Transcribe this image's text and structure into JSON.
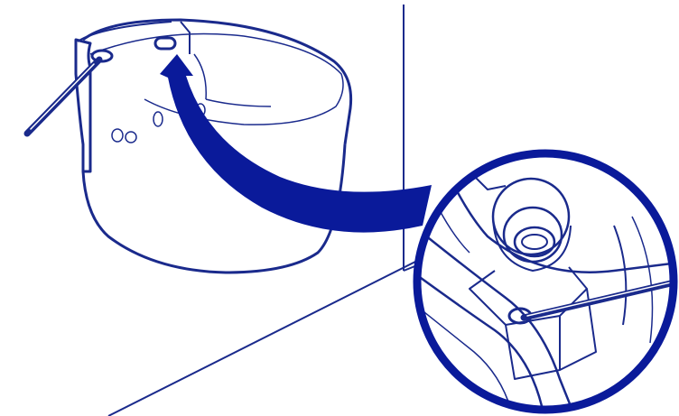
{
  "diagram": {
    "colors": {
      "ink": "#1a2a8c",
      "accent": "#0a1a9a",
      "background": "#ffffff"
    },
    "parts": {
      "wall_corner": "wall-corner-lines",
      "basin": "wall-mounted-basin",
      "tool": "pointed-probe-tool",
      "callout": "magnified-detail-circle",
      "arrow": "curved-callout-arrow"
    }
  }
}
